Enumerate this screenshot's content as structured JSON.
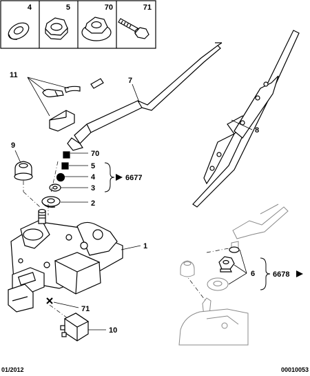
{
  "legend": [
    {
      "number": "4",
      "icon": "washer-icon"
    },
    {
      "number": "5",
      "icon": "hex-nut-icon"
    },
    {
      "number": "70",
      "icon": "flange-nut-icon"
    },
    {
      "number": "71",
      "icon": "bolt-icon"
    }
  ],
  "callouts": {
    "c11": "11",
    "c7": "7",
    "c8": "8",
    "c9": "9",
    "c70": "70",
    "c5": "5",
    "c4": "4",
    "c3": "3",
    "c2": "2",
    "c1": "1",
    "c6": "6",
    "c71": "71",
    "c10": "10"
  },
  "groups": {
    "g6677": "6677",
    "g6678": "6678"
  },
  "footer": {
    "date": "01/2012",
    "ref": "00010053"
  },
  "colors": {
    "ink": "#000000",
    "fill": "#ffffff",
    "shade": "#d9d9d9"
  }
}
